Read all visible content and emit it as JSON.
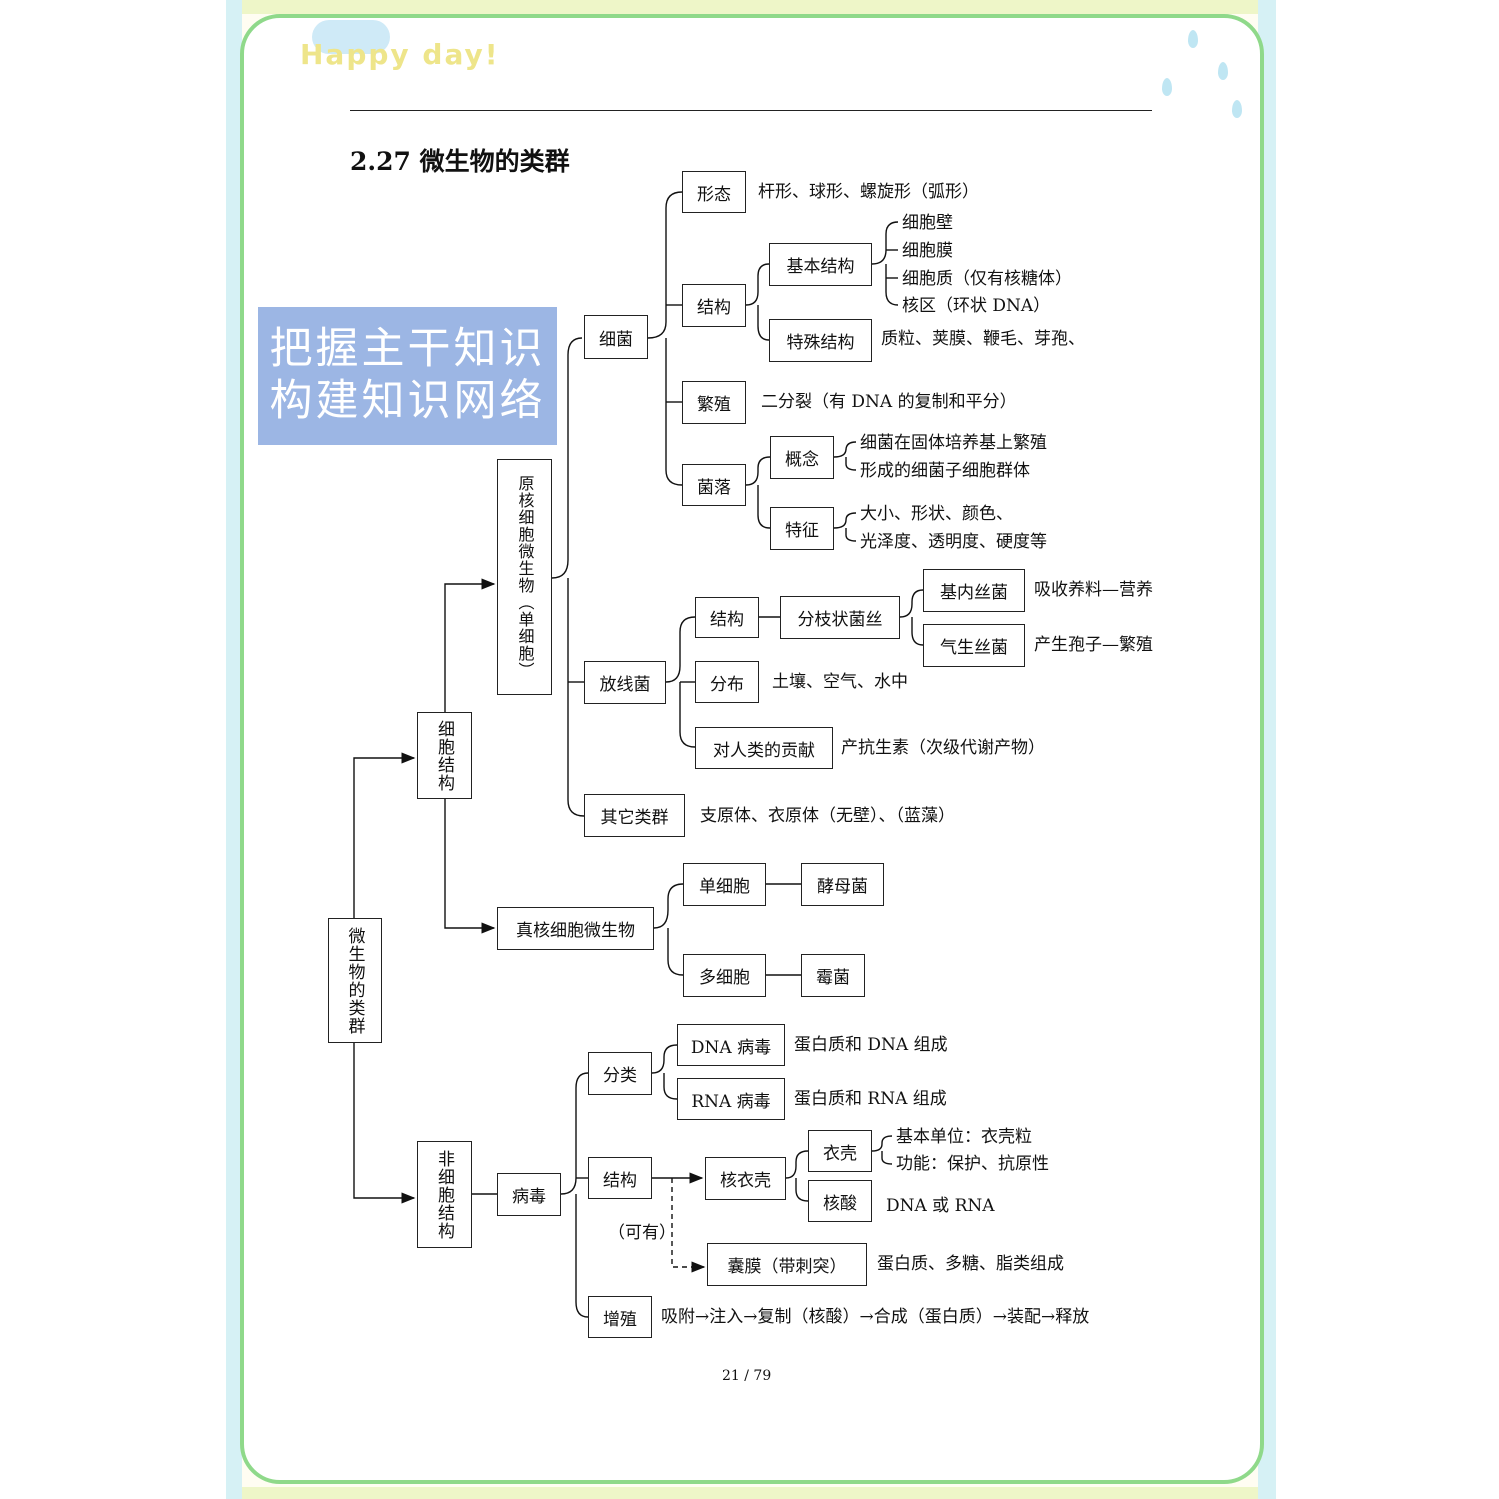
{
  "header": {
    "decoration": "Happy day!",
    "title": "2.27 微生物的类群"
  },
  "banner": {
    "line1": "把握主干知识",
    "line2": "构建知识网络"
  },
  "root": "微生物的类群",
  "cell_structure": {
    "label": "细胞结构",
    "prokaryote": {
      "label": "原核细胞微生物（单细胞）",
      "bacteria": {
        "label": "细菌",
        "shape": {
          "label": "形态",
          "text": "杆形、球形、螺旋形（弧形）"
        },
        "structure": {
          "label": "结构",
          "basic": {
            "label": "基本结构",
            "items": [
              "细胞壁",
              "细胞膜",
              "细胞质（仅有核糖体）",
              "核区（环状 DNA）"
            ]
          },
          "special": {
            "label": "特殊结构",
            "text": "质粒、荚膜、鞭毛、芽孢、"
          }
        },
        "reproduction": {
          "label": "繁殖",
          "text": "二分裂（有 DNA 的复制和平分）"
        },
        "colony": {
          "label": "菌落",
          "concept": {
            "label": "概念",
            "lines": [
              "细菌在固体培养基上繁殖",
              "形成的细菌子细胞群体"
            ]
          },
          "feature": {
            "label": "特征",
            "lines": [
              "大小、形状、颜色、",
              "光泽度、透明度、硬度等"
            ]
          }
        }
      },
      "actinomycetes": {
        "label": "放线菌",
        "structure": {
          "label": "结构",
          "branch": "分枝状菌丝",
          "substrate": {
            "label": "基内丝菌",
            "text": "吸收养料—营养"
          },
          "aerial": {
            "label": "气生丝菌",
            "text": "产生孢子—繁殖"
          }
        },
        "distribution": {
          "label": "分布",
          "text": "土壤、空气、水中"
        },
        "contribution": {
          "label": "对人类的贡献",
          "text": "产抗生素（次级代谢产物）"
        }
      },
      "others": {
        "label": "其它类群",
        "text": "支原体、衣原体（无壁）、（蓝藻）"
      }
    },
    "eukaryote": {
      "label": "真核细胞微生物",
      "single": {
        "label": "单细胞",
        "example": "酵母菌"
      },
      "multi": {
        "label": "多细胞",
        "example": "霉菌"
      }
    }
  },
  "non_cell": {
    "label": "非细胞结构",
    "virus": {
      "label": "病毒",
      "classification": {
        "label": "分类",
        "dna": {
          "label": "DNA 病毒",
          "text": "蛋白质和 DNA 组成"
        },
        "rna": {
          "label": "RNA 病毒",
          "text": "蛋白质和 RNA 组成"
        }
      },
      "structure": {
        "label": "结构",
        "nucleocapsid": "核衣壳",
        "capsid": {
          "label": "衣壳",
          "lines": [
            "基本单位：衣壳粒",
            "功能：保护、抗原性"
          ]
        },
        "nucleic": {
          "label": "核酸",
          "text": "DNA 或 RNA"
        },
        "optional": "（可有）",
        "envelope": {
          "label": "囊膜（带刺突）",
          "text": "蛋白质、多糖、脂类组成"
        }
      },
      "proliferation": {
        "label": "增殖",
        "text": "吸附→注入→复制（核酸）→合成（蛋白质）→装配→释放"
      }
    }
  },
  "footer": {
    "page": "21 / 79"
  }
}
